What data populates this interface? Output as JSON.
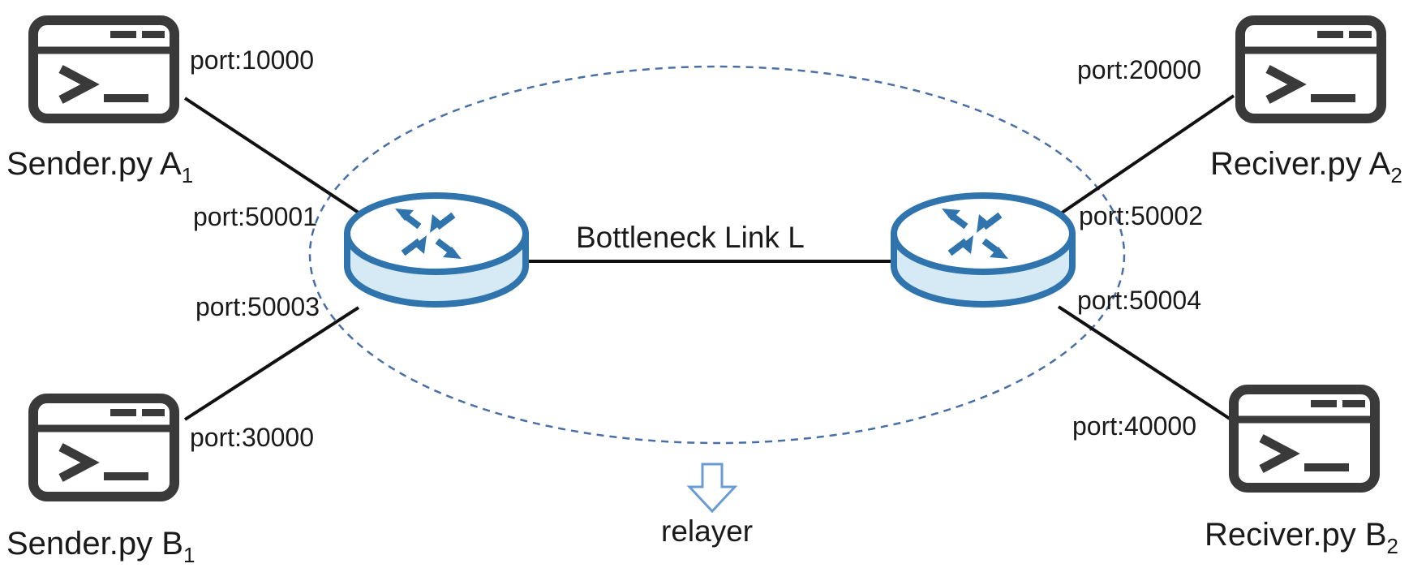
{
  "colors": {
    "terminal": "#3a3a3a",
    "router_stroke": "#2f74ad",
    "router_fill": "#d6eaf5",
    "router_top": "#ffffff",
    "arrow": "#2f74ad",
    "ellipse": "#4a6fa5",
    "line": "#111111",
    "relayer_arrow": "#6a9bd1"
  },
  "icons": {
    "terminal": "terminal-window-icon",
    "router": "router-icon",
    "relayer_arrow": "hollow-down-arrow-icon"
  },
  "nodes": {
    "sender_a": {
      "name": "Sender.py A",
      "sub": "1",
      "port": "port:10000"
    },
    "sender_b": {
      "name": "Sender.py B",
      "sub": "1",
      "port": "port:30000"
    },
    "receiver_a": {
      "name": "Reciver.py A",
      "sub": "2",
      "port": "port:20000"
    },
    "receiver_b": {
      "name": "Reciver.py B",
      "sub": "2",
      "port": "port:40000"
    }
  },
  "router_ports": {
    "left_top": "port:50001",
    "left_bottom": "port:50003",
    "right_top": "port:50002",
    "right_bottom": "port:50004"
  },
  "link_label": "Bottleneck Link L",
  "relayer_label": "relayer"
}
